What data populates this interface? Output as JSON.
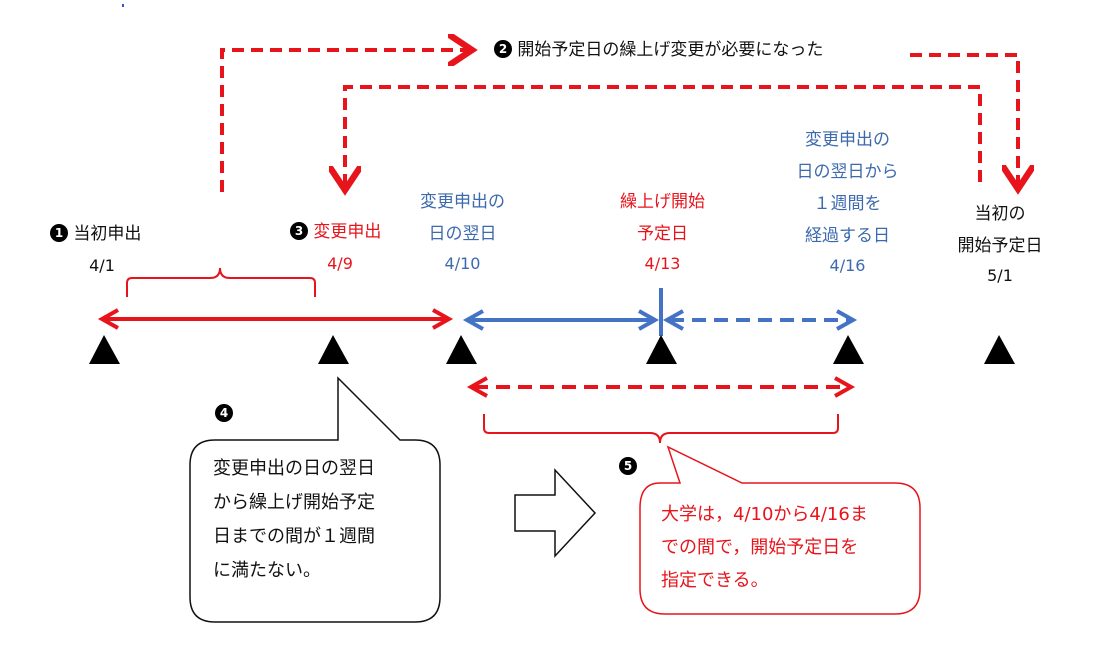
{
  "top_note": {
    "marker": "2",
    "text": "開始予定日の繰上げ変更が必要になった"
  },
  "labels": {
    "initial": {
      "marker": "1",
      "title": "当初申出",
      "date": "4/1"
    },
    "change": {
      "marker": "3",
      "title": "変更申出",
      "date": "4/9"
    },
    "next_day": {
      "line1": "変更申出の",
      "line2": "日の翌日",
      "date": "4/10"
    },
    "advance_start": {
      "line1": "繰上げ開始",
      "line2": "予定日",
      "date": "4/13"
    },
    "one_week": {
      "line1": "変更申出の",
      "line2": "日の翌日から",
      "line3": "１週間を",
      "line4": "経過する日",
      "date": "4/16"
    },
    "original_start": {
      "line1": "当初の",
      "line2": "開始予定日",
      "date": "5/1"
    }
  },
  "marker4": "4",
  "bubble_left": {
    "line1": "変更申出の日の翌日",
    "line2": "から繰上げ開始予定",
    "line3": "日までの間が１週間",
    "line4": "に満たない。"
  },
  "marker5": "5",
  "bubble_right": {
    "line1": "大学は，4/10から4/16ま",
    "line2": "での間で，開始予定日を",
    "line3": "指定できる。"
  },
  "colors": {
    "red": "#e8141b",
    "blue": "#4472c4",
    "black": "#000000"
  }
}
